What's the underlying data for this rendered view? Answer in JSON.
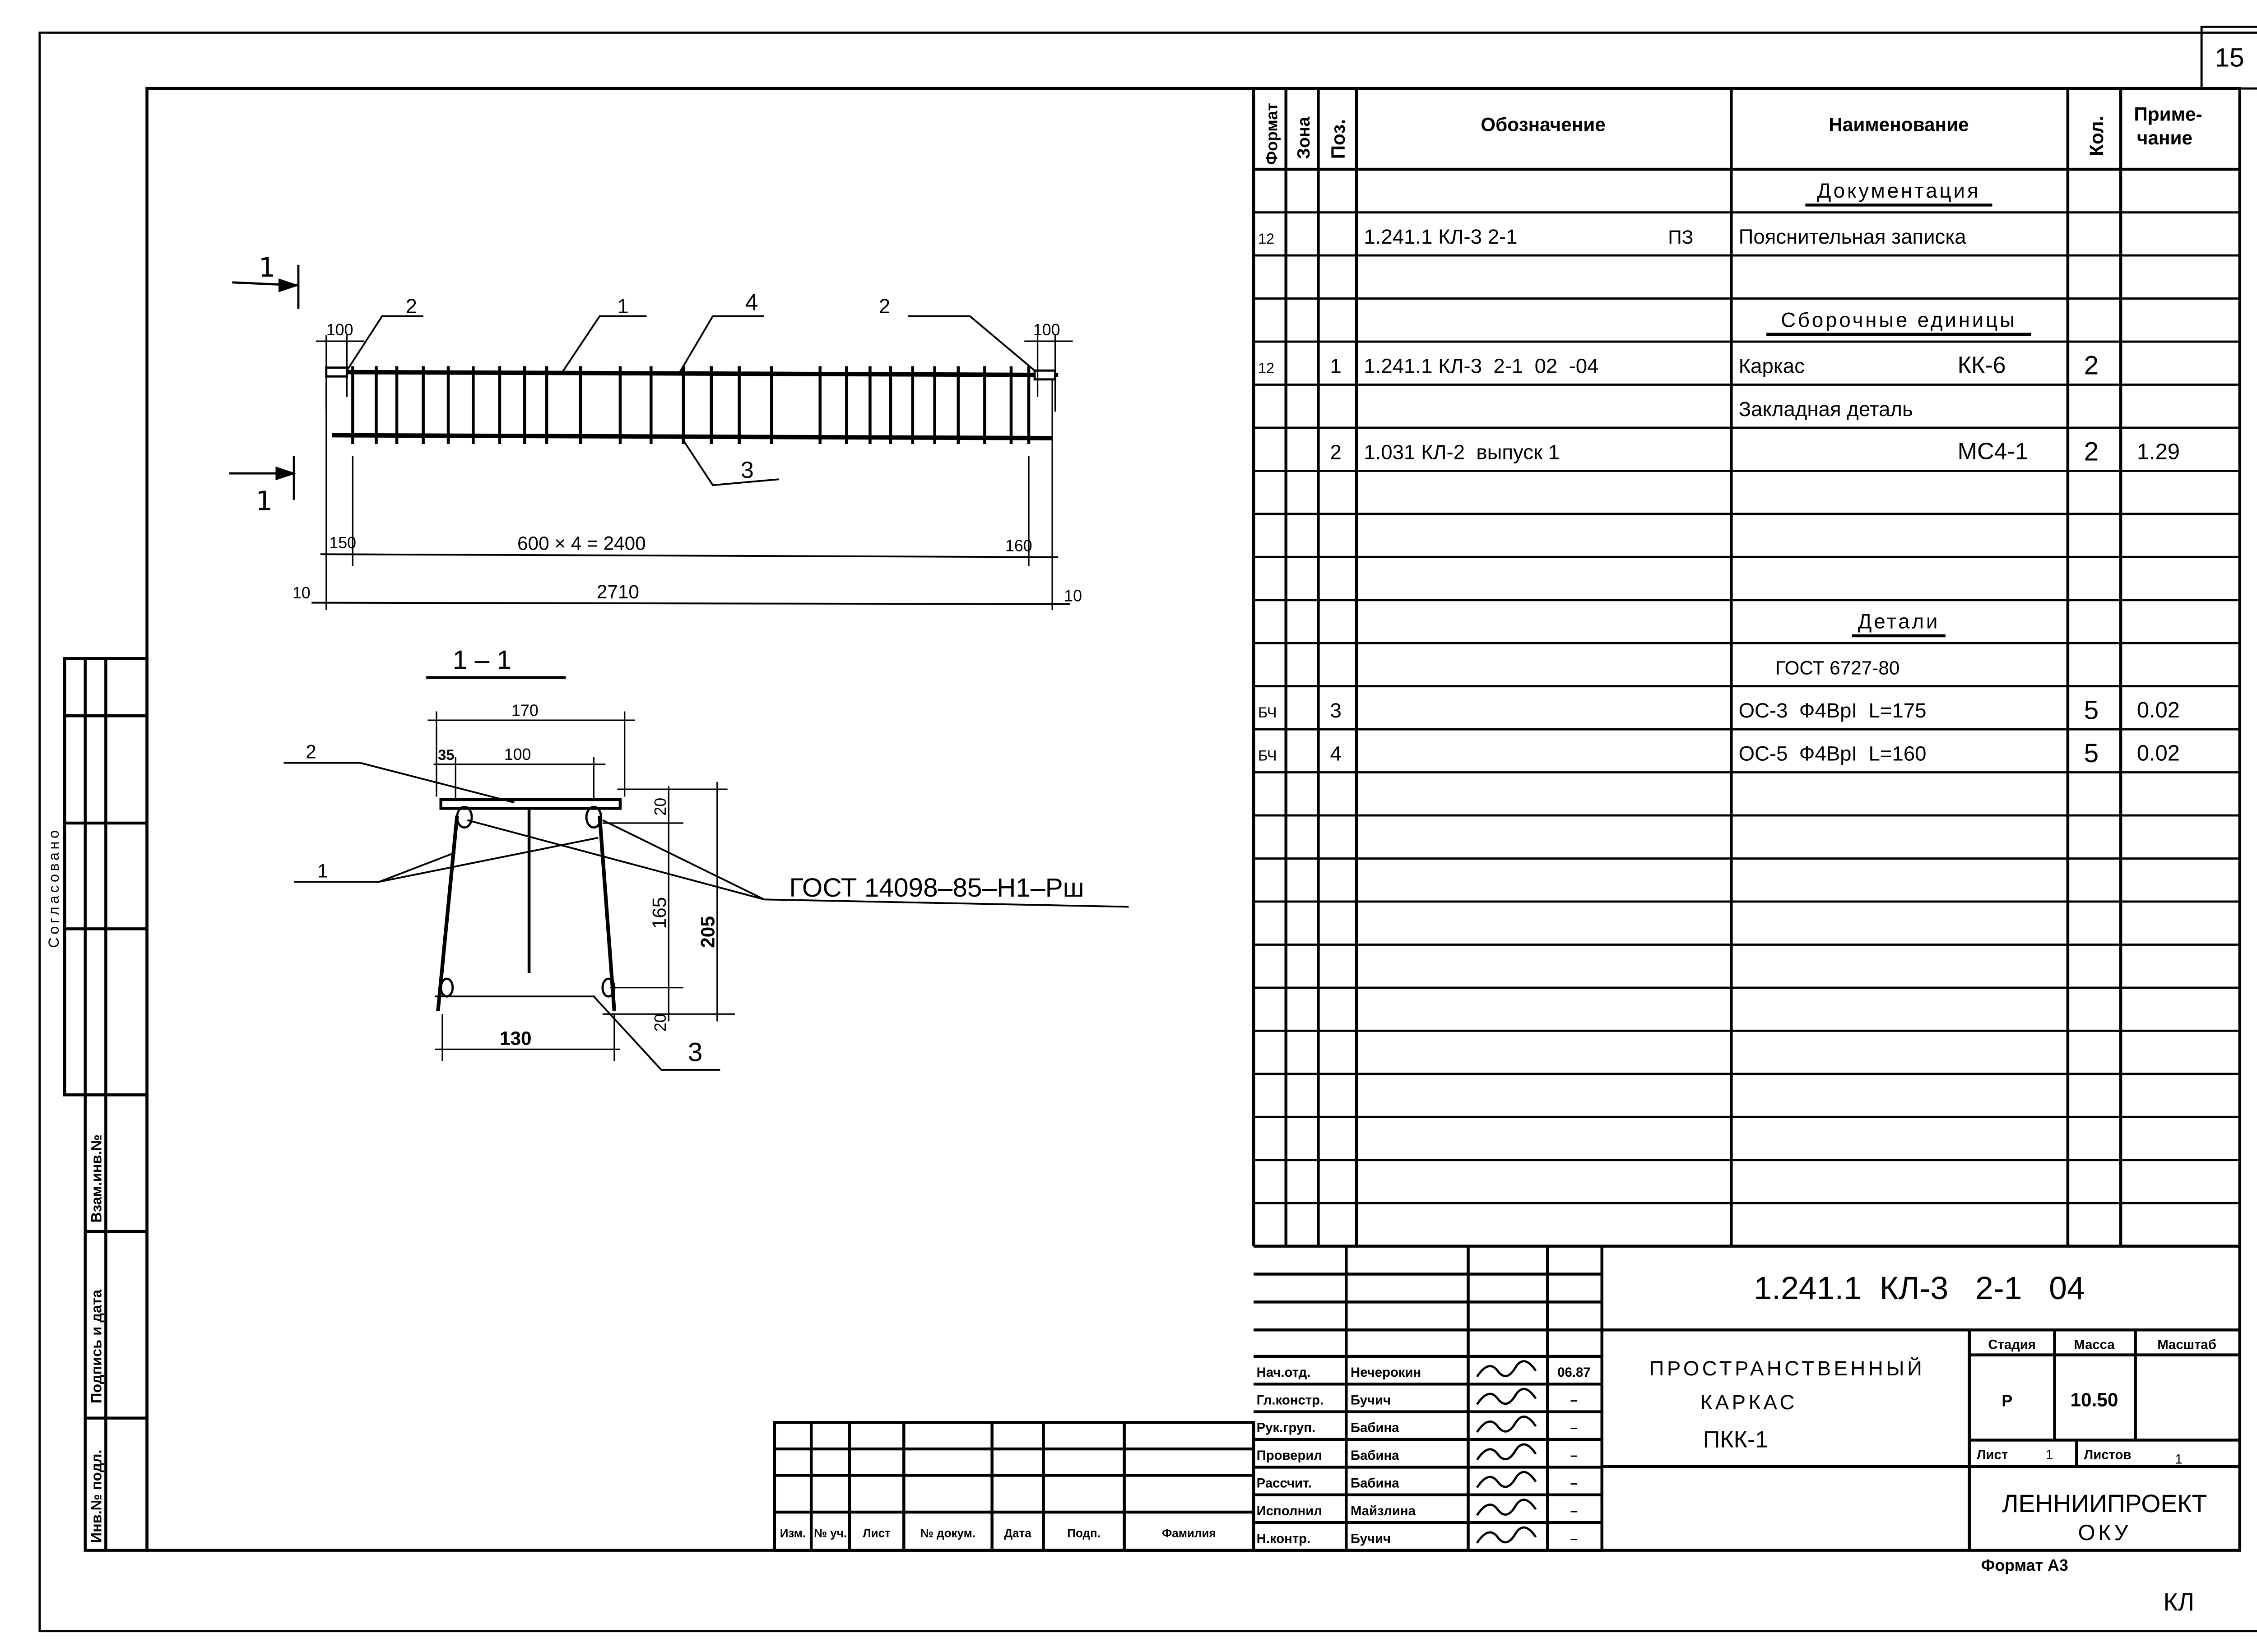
{
  "sheet": {
    "number": "15",
    "format_label": "Формат А3",
    "corner_mark": "КЛ"
  },
  "left_stamp": {
    "agreed": "Согласовано",
    "replaced_inv": "Взам.инв.№",
    "signature_date": "Подпись и дата",
    "original_inv": "Инв.№ подл."
  },
  "elevation": {
    "section_mark": "1",
    "positions": {
      "p1": "1",
      "p2_left": "2",
      "p2_right": "2",
      "p3": "3",
      "p4": "4"
    },
    "dims": {
      "left_end": "100",
      "right_end": "100",
      "left_offset": "150",
      "pitch": "600 × 4 = 2400",
      "right_offset": "160",
      "total": "2710",
      "left_edge": "10",
      "right_edge": "10"
    }
  },
  "section": {
    "title": "1 – 1",
    "positions": {
      "p1": "1",
      "p2": "2",
      "p3": "3"
    },
    "dims": {
      "top_width": "170",
      "plate_offset": "35",
      "plate_inner": "100",
      "bottom_width": "130",
      "top_gap": "20",
      "inner_height": "165",
      "total_height": "205",
      "bottom_gap": "20"
    },
    "weld_note": "ГОСТ 14098–85–Н1–Рш"
  },
  "spec_table": {
    "headers": {
      "format": "Формат",
      "zone": "Зона",
      "pos": "Поз.",
      "designation": "Обозначение",
      "name": "Наименование",
      "qty": "Кол.",
      "note": "Приме-\nчание"
    },
    "rows": [
      {
        "format": "",
        "pos": "",
        "designation": "",
        "name": "Документация",
        "section": true,
        "qty": "",
        "note": ""
      },
      {
        "format": "12",
        "pos": "",
        "designation": "1.241.1 КЛ-3 2-1",
        "designation_suffix": "ПЗ",
        "name": "Пояснительная записка",
        "qty": "",
        "note": ""
      },
      {
        "format": "",
        "pos": "",
        "designation": "",
        "name": "",
        "qty": "",
        "note": ""
      },
      {
        "format": "",
        "pos": "",
        "designation": "",
        "name": "Сборочные единицы",
        "section": true,
        "qty": "",
        "note": ""
      },
      {
        "format": "12",
        "pos": "1",
        "designation": "1.241.1 КЛ-3  2-1  02  -04",
        "name": "Каркас",
        "name_suffix": "КК-6",
        "qty": "2",
        "note": ""
      },
      {
        "format": "",
        "pos": "",
        "designation": "",
        "name": "Закладная деталь",
        "qty": "",
        "note": ""
      },
      {
        "format": "",
        "pos": "2",
        "designation": "1.031 КЛ-2  выпуск 1",
        "name": "",
        "name_suffix": "МС4-1",
        "qty": "2",
        "note": "1.29"
      },
      {
        "format": "",
        "pos": "",
        "designation": "",
        "name": "",
        "qty": "",
        "note": ""
      },
      {
        "format": "",
        "pos": "",
        "designation": "",
        "name": "",
        "qty": "",
        "note": ""
      },
      {
        "format": "",
        "pos": "",
        "designation": "",
        "name": "",
        "qty": "",
        "note": ""
      },
      {
        "format": "",
        "pos": "",
        "designation": "",
        "name": "Детали",
        "section": true,
        "qty": "",
        "note": ""
      },
      {
        "format": "",
        "pos": "",
        "designation": "",
        "name": "ГОСТ 6727-80",
        "qty": "",
        "note": ""
      },
      {
        "format": "БЧ",
        "pos": "3",
        "designation": "",
        "name": "ОС-3  Ф4ВрI  L=175",
        "qty": "5",
        "note": "0.02"
      },
      {
        "format": "БЧ",
        "pos": "4",
        "designation": "",
        "name": "ОС-5  Ф4ВрI  L=160",
        "qty": "5",
        "note": "0.02"
      },
      {
        "format": "",
        "pos": "",
        "designation": "",
        "name": "",
        "qty": "",
        "note": ""
      },
      {
        "format": "",
        "pos": "",
        "designation": "",
        "name": "",
        "qty": "",
        "note": ""
      },
      {
        "format": "",
        "pos": "",
        "designation": "",
        "name": "",
        "qty": "",
        "note": ""
      },
      {
        "format": "",
        "pos": "",
        "designation": "",
        "name": "",
        "qty": "",
        "note": ""
      },
      {
        "format": "",
        "pos": "",
        "designation": "",
        "name": "",
        "qty": "",
        "note": ""
      },
      {
        "format": "",
        "pos": "",
        "designation": "",
        "name": "",
        "qty": "",
        "note": ""
      },
      {
        "format": "",
        "pos": "",
        "designation": "",
        "name": "",
        "qty": "",
        "note": ""
      },
      {
        "format": "",
        "pos": "",
        "designation": "",
        "name": "",
        "qty": "",
        "note": ""
      },
      {
        "format": "",
        "pos": "",
        "designation": "",
        "name": "",
        "qty": "",
        "note": ""
      },
      {
        "format": "",
        "pos": "",
        "designation": "",
        "name": "",
        "qty": "",
        "note": ""
      },
      {
        "format": "",
        "pos": "",
        "designation": "",
        "name": "",
        "qty": "",
        "note": ""
      }
    ]
  },
  "revision_table": {
    "headers": [
      "Изм.",
      "№ уч.",
      "Лист",
      "№ докум.",
      "Дата",
      "Подп.",
      "Фамилия"
    ]
  },
  "title_block": {
    "designation": "1.241.1  КЛ-3   2-1   04",
    "object_name": [
      "ПРОСТРАНСТВЕННЫЙ",
      "КАРКАС",
      "ПКК-1"
    ],
    "signers": [
      {
        "role": "Нач.отд.",
        "name": "Нечерокин",
        "date": "06.87"
      },
      {
        "role": "Гл.констр.",
        "name": "Бучич",
        "date": "–"
      },
      {
        "role": "Рук.груп.",
        "name": "Бабина",
        "date": "–"
      },
      {
        "role": "Проверил",
        "name": "Бабина",
        "date": "–"
      },
      {
        "role": "Рассчит.",
        "name": "Бабина",
        "date": "–"
      },
      {
        "role": "Исполнил",
        "name": "Майзлина",
        "date": "–"
      },
      {
        "role": "Н.контр.",
        "name": "Бучич",
        "date": "–"
      }
    ],
    "stage_label": "Стадия",
    "mass_label": "Масса",
    "scale_label": "Масштаб",
    "stage": "Р",
    "mass": "10.50",
    "scale": "",
    "sheet_label": "Лист",
    "sheet": "1",
    "sheets_label": "Листов",
    "sheets": "1",
    "organization": "ЛЕННИИПРОЕКТ",
    "department": "ОКУ"
  }
}
